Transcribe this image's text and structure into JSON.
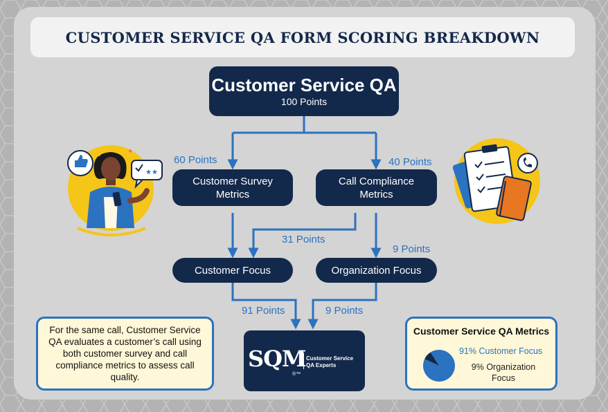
{
  "title": "CUSTOMER SERVICE QA FORM SCORING BREAKDOWN",
  "root": {
    "title": "Customer Service QA",
    "subtitle": "100 Points"
  },
  "nodes": {
    "survey_line1": "Customer Survey",
    "survey_line2": "Metrics",
    "compliance_line1": "Call Compliance",
    "compliance_line2": "Metrics",
    "customer_focus": "Customer Focus",
    "organization_focus": "Organization Focus"
  },
  "points": {
    "survey": "60 Points",
    "compliance": "40 Points",
    "compliance_to_customer": "31 Points",
    "compliance_to_org": "9 Points",
    "customer_total": "91 Points",
    "org_total": "9 Points"
  },
  "description": "For the same call, Customer Service QA evaluates a customer’s call using both customer survey and call compliance metrics to assess call quality.",
  "logo": {
    "text": "SQM",
    "mark": "®™",
    "tagline_1": "Customer Service",
    "tagline_2": "QA Experts"
  },
  "metrics": {
    "title": "Customer Service QA Metrics",
    "legend_customer": "91% Customer Focus",
    "legend_org": "9% Organization Focus"
  },
  "chart_data": {
    "type": "pie",
    "categories": [
      "Customer Focus",
      "Organization Focus"
    ],
    "values": [
      91,
      9
    ],
    "title": "Customer Service QA Metrics"
  },
  "colors": {
    "navy": "#13294b",
    "blue": "#2b72c0",
    "cream": "#fef7d8",
    "yellow": "#f5c518"
  },
  "icons": [
    "thumbs-up-icon",
    "chat-bubble-icon",
    "clipboard-icon",
    "notebook-icon",
    "phone-icon"
  ]
}
